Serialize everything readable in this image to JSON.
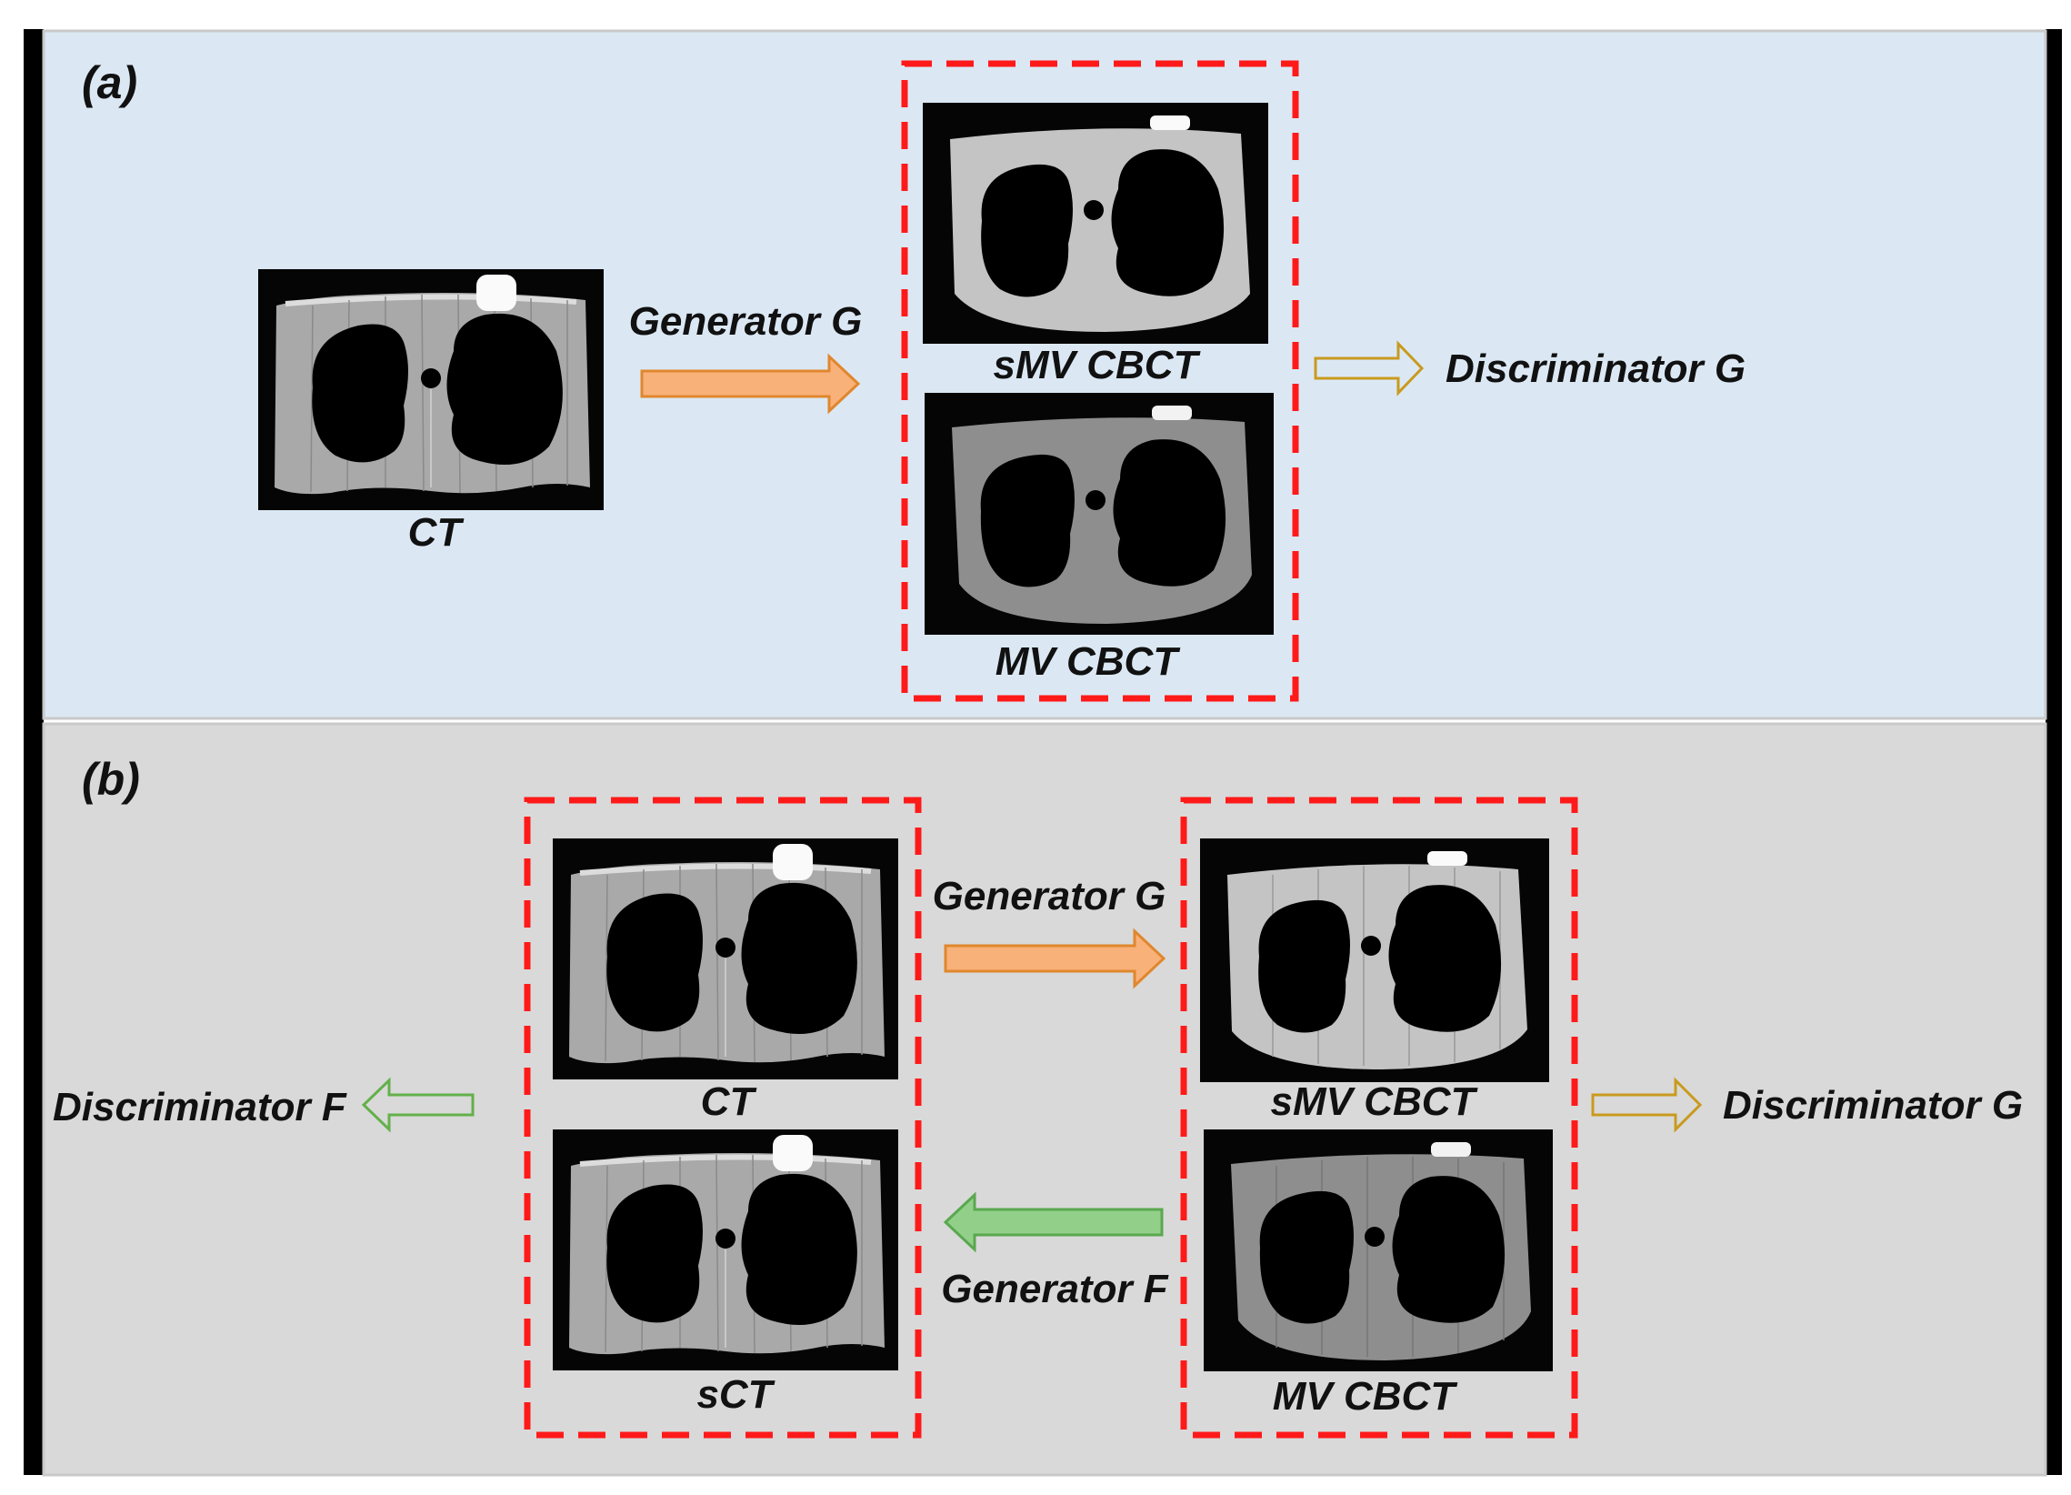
{
  "panels": [
    {
      "id": "a",
      "tag": "(a)",
      "background": "#dbe8f4",
      "images": {
        "ct": "CT",
        "smv": "sMV CBCT",
        "mv": "MV CBCT"
      },
      "generator_label": "Generator G",
      "discriminator_label": "Discriminator G"
    },
    {
      "id": "b",
      "tag": "(b)",
      "background": "#d9d9d9",
      "images": {
        "ct": "CT",
        "sct": "sCT",
        "smv": "sMV CBCT",
        "mv": "MV CBCT"
      },
      "generator_g_label": "Generator G",
      "generator_f_label": "Generator F",
      "discriminator_f_label": "Discriminator F",
      "discriminator_g_label": "Discriminator G"
    }
  ],
  "colors": {
    "dashed_box": "#ff1a1a",
    "generator_g_arrow": "#f9b17a",
    "generator_g_arrow_edge": "#e0872d",
    "generator_f_arrow": "#92d08a",
    "generator_f_arrow_edge": "#5aa84f",
    "discriminator_g_arrow_edge": "#c99a1e",
    "discriminator_f_arrow_edge": "#63b04a"
  }
}
